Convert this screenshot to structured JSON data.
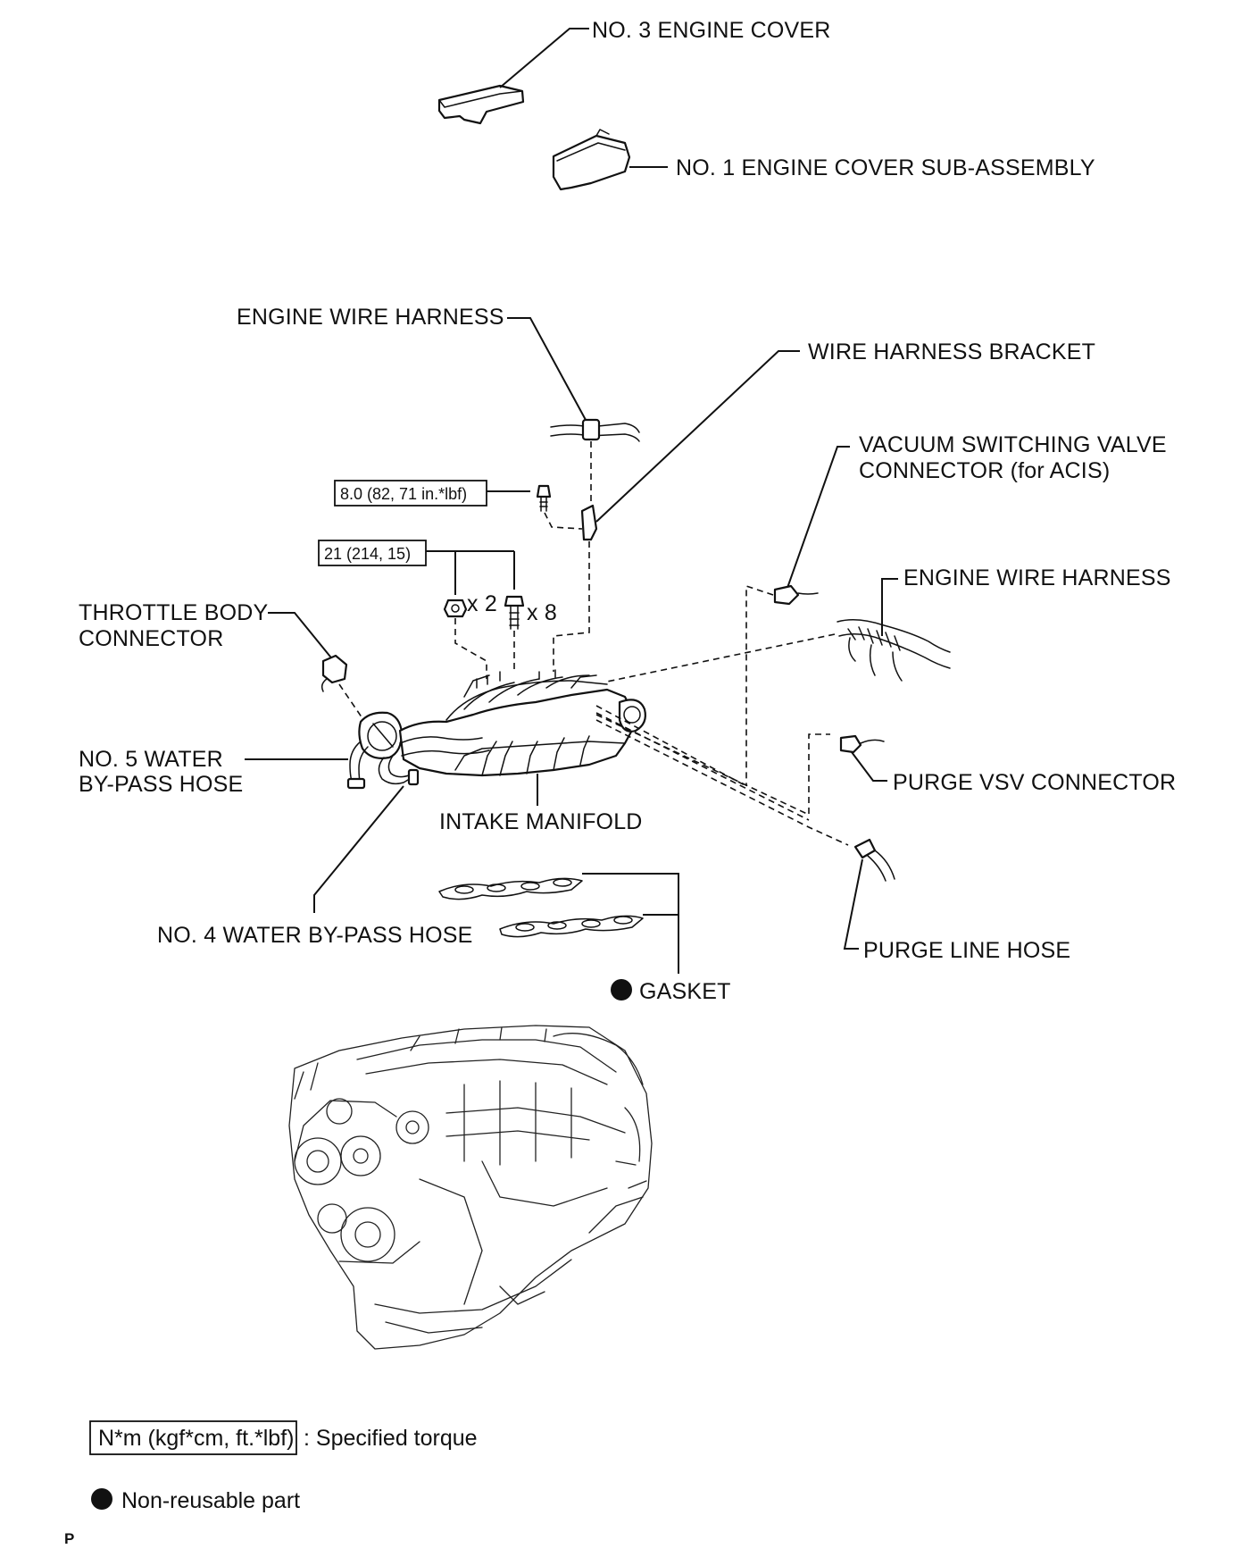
{
  "labels": {
    "no3_engine_cover": "NO. 3 ENGINE COVER",
    "no1_engine_cover": "NO. 1 ENGINE COVER SUB-ASSEMBLY",
    "engine_wire_harness_top": "ENGINE WIRE HARNESS",
    "wire_harness_bracket": "WIRE HARNESS BRACKET",
    "vsv_connector_line1": "VACUUM SWITCHING VALVE",
    "vsv_connector_line2": "CONNECTOR (for ACIS)",
    "engine_wire_harness_right": "ENGINE WIRE HARNESS",
    "throttle_body_line1": "THROTTLE BODY",
    "throttle_body_line2": "CONNECTOR",
    "no5_hose_line1": "NO. 5 WATER",
    "no5_hose_line2": "BY-PASS HOSE",
    "intake_manifold": "INTAKE MANIFOLD",
    "purge_vsv_connector": "PURGE VSV CONNECTOR",
    "no4_hose": "NO. 4 WATER BY-PASS HOSE",
    "purge_line_hose": "PURGE LINE HOSE",
    "gasket": "GASKET"
  },
  "torque_specs": {
    "bracket_bolt": "8.0 (82, 71 in.*lbf)",
    "manifold_fasteners": "21 (214, 15)"
  },
  "quantities": {
    "nuts": "x 2",
    "bolts": "x 8"
  },
  "legend": {
    "torque_unit": "N*m (kgf*cm, ft.*lbf)",
    "torque_text": ": Specified torque",
    "non_reusable_text": "Non-reusable part"
  },
  "corner_mark": "P"
}
